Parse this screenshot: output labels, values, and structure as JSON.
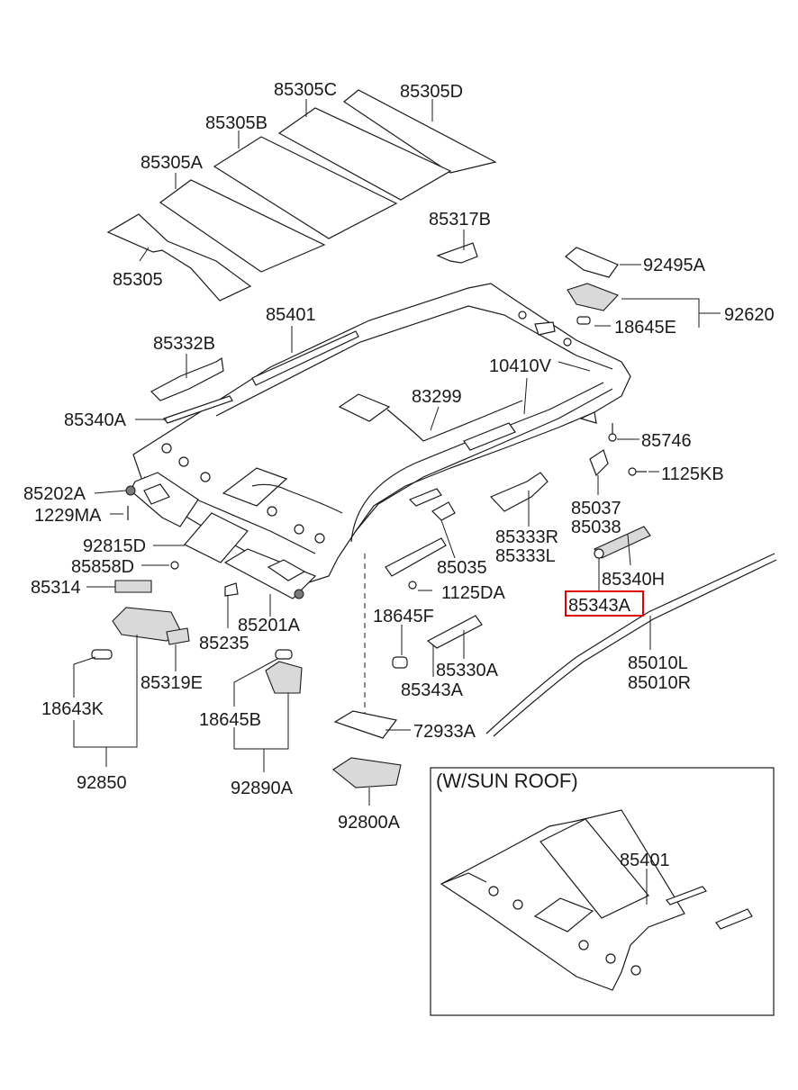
{
  "diagram": {
    "inset_title": "(W/SUN ROOF)",
    "highlight_color": "#e00000",
    "line_color": "#1a1a1a",
    "labels": {
      "p85305D": "85305D",
      "p85305C": "85305C",
      "p85305B": "85305B",
      "p85305A": "85305A",
      "p85305": "85305",
      "p85317B": "85317B",
      "p92495A": "92495A",
      "p92620": "92620",
      "p18645E": "18645E",
      "p85401": "85401",
      "p85332B": "85332B",
      "p10410V": "10410V",
      "p83299": "83299",
      "p85340A": "85340A",
      "p85746": "85746",
      "p1125KB": "1125KB",
      "p85202A": "85202A",
      "p1229MA": "1229MA",
      "p85037": "85037",
      "p85038": "85038",
      "p85333R": "85333R",
      "p85333L": "85333L",
      "p92815D": "92815D",
      "p85858D": "85858D",
      "p85035": "85035",
      "p85340H": "85340H",
      "p85314": "85314",
      "p1125DA": "1125DA",
      "p85343A_hl": "85343A",
      "p18645F": "18645F",
      "p85201A": "85201A",
      "p85235": "85235",
      "p85010L": "85010L",
      "p85010R": "85010R",
      "p85330A": "85330A",
      "p85319E": "85319E",
      "p85343A": "85343A",
      "p18643K": "18643K",
      "p18645B": "18645B",
      "p72933A": "72933A",
      "p92850": "92850",
      "p92890A": "92890A",
      "p92800A": "92800A",
      "inset_85401": "85401"
    }
  }
}
